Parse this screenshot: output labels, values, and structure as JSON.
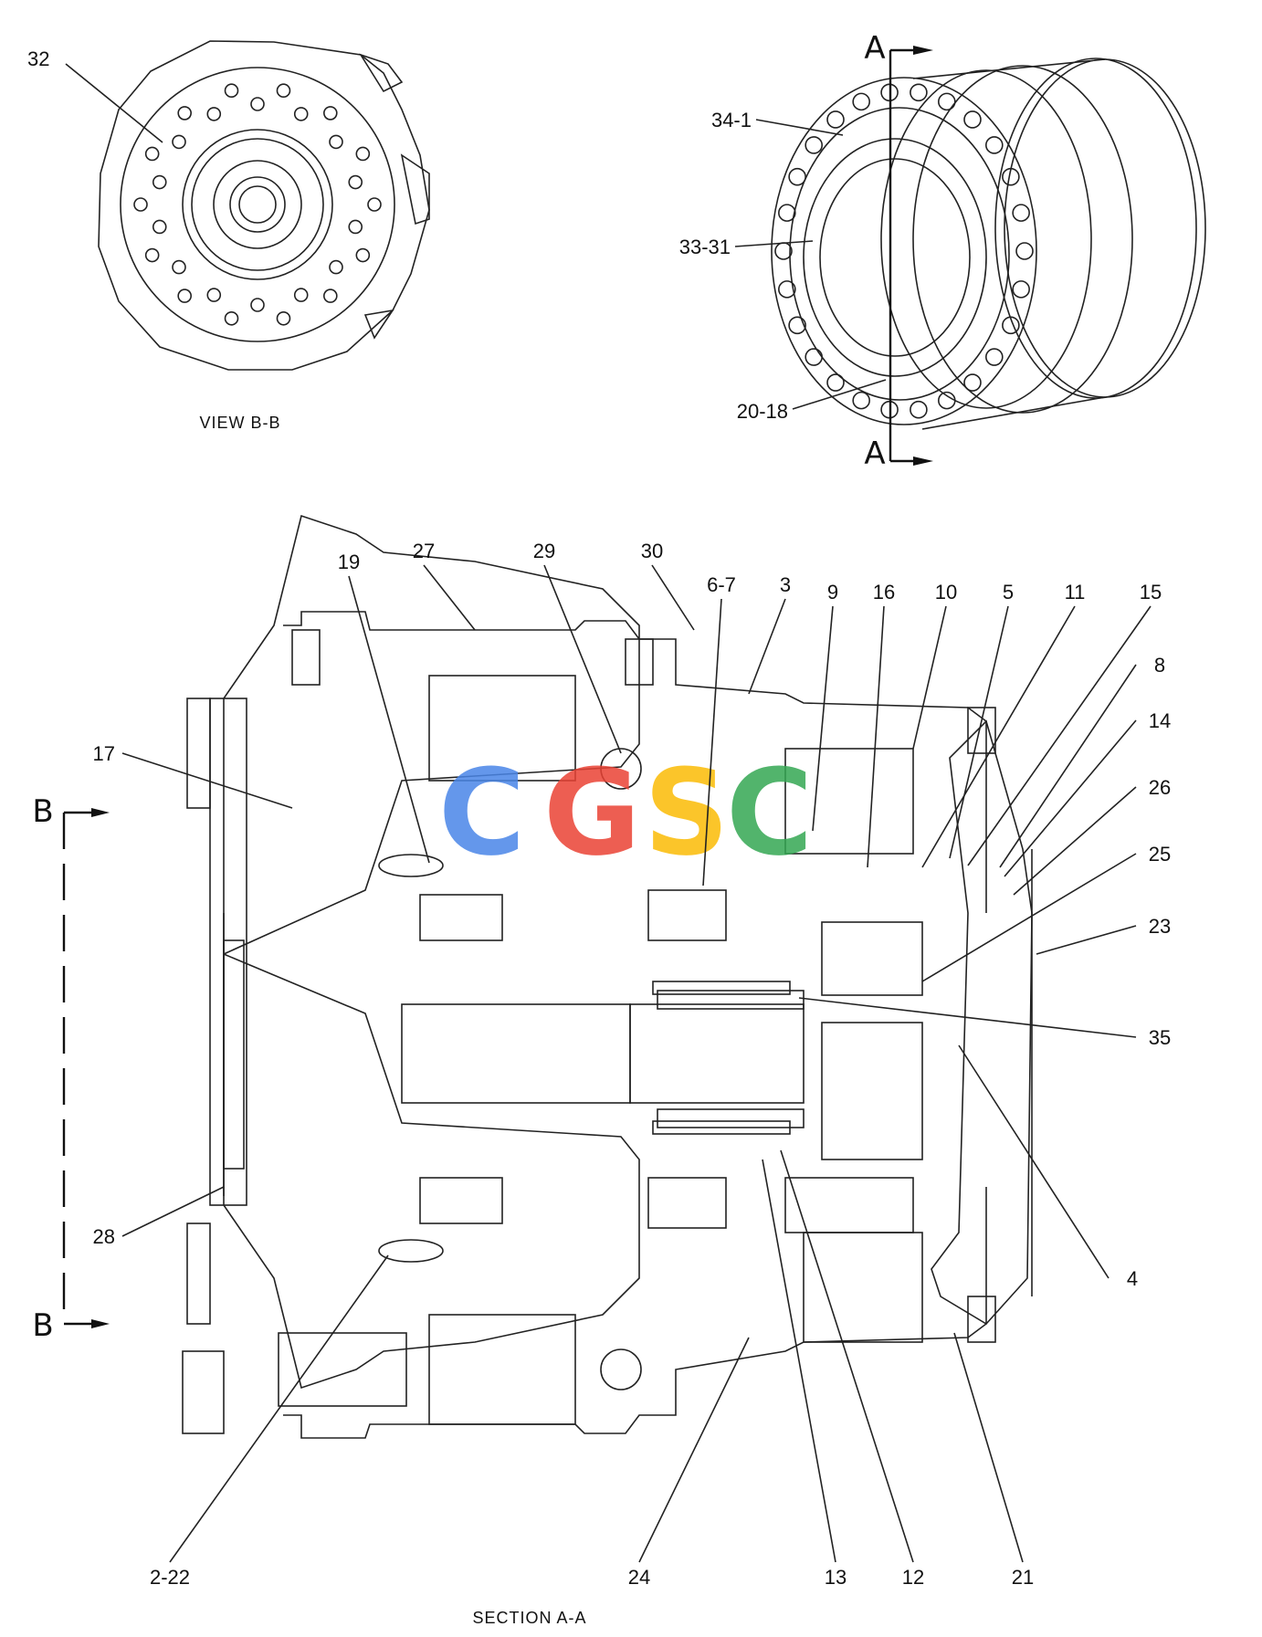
{
  "view_bb": {
    "caption": "VIEW B-B",
    "callout": "32"
  },
  "iso_view": {
    "section_mark_top": "A",
    "section_mark_bottom": "A",
    "callouts": [
      "34-1",
      "33-31",
      "20-18"
    ]
  },
  "section": {
    "caption": "SECTION A-A",
    "view_mark_top": "B",
    "view_mark_bottom": "B",
    "callouts_top": [
      "19",
      "27",
      "29",
      "30",
      "6-7",
      "3",
      "9",
      "16",
      "10",
      "5",
      "11",
      "15"
    ],
    "callouts_right": [
      "8",
      "14",
      "26",
      "25",
      "23",
      "35",
      "4"
    ],
    "callouts_left": [
      "17",
      "28"
    ],
    "callouts_bottom": [
      "2-22",
      "24",
      "13",
      "12",
      "21"
    ]
  },
  "watermark": {
    "letters": [
      "C",
      "G",
      "S",
      "C"
    ],
    "colors": [
      "#4a86e8",
      "#ea4335",
      "#fbbc05",
      "#34a853"
    ]
  }
}
